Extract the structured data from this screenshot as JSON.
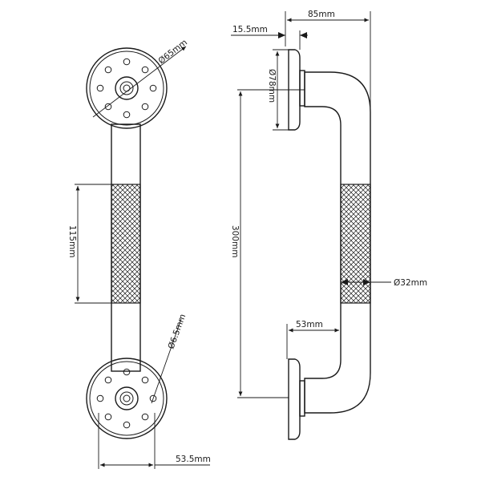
{
  "colors": {
    "stroke": "#1a1a1a",
    "background": "#ffffff"
  },
  "labels": {
    "flange_diameter": "Ø65mm",
    "hole_diameter": "Ø6.5mm",
    "grip_length": "115mm",
    "flange_spacing": "53.5mm",
    "depth_total": "85mm",
    "flange_thickness": "15.5mm",
    "cover_diameter": "Ø78mm",
    "center_length": "300mm",
    "tube_diameter": "Ø32mm",
    "bend_offset": "53mm"
  }
}
